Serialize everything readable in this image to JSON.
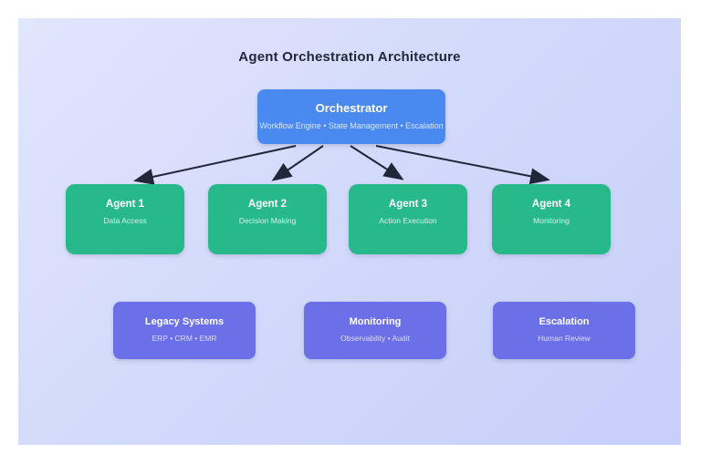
{
  "diagram": {
    "title": "Agent Orchestration Architecture",
    "orchestrator": {
      "title": "Orchestrator",
      "subtitle": "Workflow Engine • State Management • Escalation"
    },
    "agents": [
      {
        "title": "Agent 1",
        "subtitle": "Data Access"
      },
      {
        "title": "Agent 2",
        "subtitle": "Decision Making"
      },
      {
        "title": "Agent 3",
        "subtitle": "Action Execution"
      },
      {
        "title": "Agent 4",
        "subtitle": "Monitoring"
      }
    ],
    "systems": [
      {
        "title": "Legacy Systems",
        "subtitle": "ERP • CRM • EMR"
      },
      {
        "title": "Monitoring",
        "subtitle": "Observability • Audit"
      },
      {
        "title": "Escalation",
        "subtitle": "Human Review"
      }
    ],
    "colors": {
      "orchestrator_fill": "#4a8af0",
      "agent_fill": "#27b98a",
      "system_fill": "#6b70e8",
      "arrow": "#202738",
      "background_gradient_start": "#e1e6fc",
      "background_gradient_end": "#c7cff9",
      "title_text": "#1e2839",
      "page_margin": "#ffffff"
    }
  }
}
